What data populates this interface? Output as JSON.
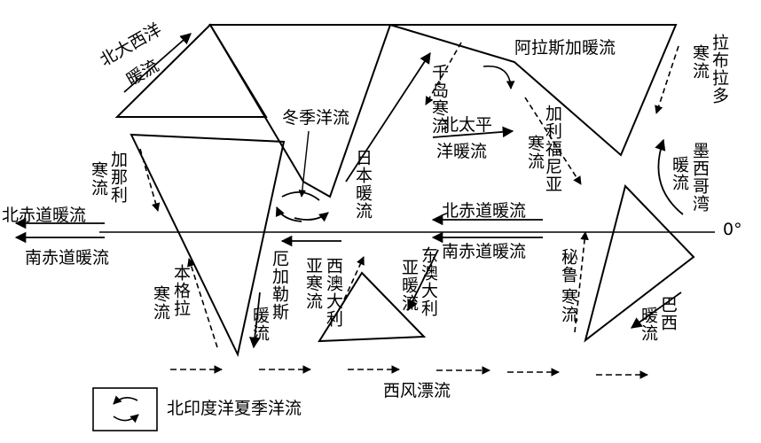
{
  "diagram": {
    "equator_label": "0°",
    "currents": {
      "north_atlantic": "北大西洋暖流",
      "north_atlantic_line1": "北大西洋",
      "north_atlantic_line2": "暖流",
      "alaska": "阿拉斯加暖流",
      "labrador": "拉布拉多寒流",
      "labrador_line1": "拉布拉多",
      "labrador_line2": "寒流",
      "oyashio": "千岛寒流",
      "kuroshio": "日本暖流",
      "north_pacific": "北太平洋暖流",
      "north_pacific_line1": "北太平",
      "north_pacific_line2": "洋暖流",
      "california": "加利福尼亚寒流",
      "california_line1": "加利福尼亚",
      "california_line2": "寒流",
      "gulf_mexico": "墨西哥湾暖流",
      "gulf_mexico_line1": "墨西哥湾",
      "gulf_mexico_line2": "暖流",
      "canary": "加那利寒流",
      "canary_line1": "加那利",
      "canary_line2": "寒流",
      "winter_monsoon": "冬季洋流",
      "north_equatorial": "北赤道暖流",
      "south_equatorial": "南赤道暖流",
      "benguela": "本格拉寒流",
      "benguela_line1": "本格拉",
      "benguela_line2": "寒流",
      "west_australia": "西澳大利亚寒流",
      "west_australia_line1": "西澳大利",
      "west_australia_line2": "亚寒流",
      "agulhas": "厄加勒斯暖流",
      "agulhas_line1": "厄加勒斯",
      "agulhas_line2": "暖流",
      "east_australia": "东澳大利亚暖流",
      "east_australia_line1": "东澳大利",
      "east_australia_line2": "亚暖流",
      "peru": "秘鲁寒流",
      "peru_line1": "秘鲁",
      "peru_line2": "寒流",
      "brazil": "巴西暖流",
      "brazil_line1": "巴西",
      "brazil_line2": "暖流",
      "west_wind_drift": "西风漂流"
    },
    "legend": {
      "summer_monsoon": "北印度洋夏季洋流"
    },
    "colors": {
      "ink": "#000000",
      "background": "#ffffff"
    }
  }
}
